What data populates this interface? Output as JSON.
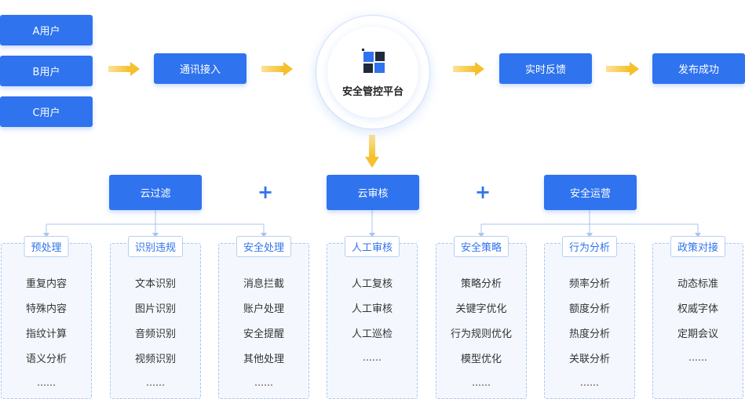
{
  "users": [
    "A用户",
    "B用户",
    "C用户"
  ],
  "access": "通讯接入",
  "hub_title": "安全管控平台",
  "feedback": "实时反馈",
  "publish": "发布成功",
  "groups": {
    "cloud_filter": "云过滤",
    "cloud_review": "云审核",
    "security_ops": "安全运营"
  },
  "panels": [
    {
      "title": "预处理",
      "items": [
        "重复内容",
        "特殊内容",
        "指纹计算",
        "语义分析"
      ],
      "more": "……"
    },
    {
      "title": "识别违规",
      "items": [
        "文本识别",
        "图片识别",
        "音频识别",
        "视频识别"
      ],
      "more": "……"
    },
    {
      "title": "安全处理",
      "items": [
        "消息拦截",
        "账户处理",
        "安全提醒",
        "其他处理"
      ],
      "more": "……"
    },
    {
      "title": "人工审核",
      "items": [
        "人工复核",
        "人工审核",
        "人工巡检"
      ],
      "more": "……"
    },
    {
      "title": "安全策略",
      "items": [
        "策略分析",
        "关键字优化",
        "行为规则优化",
        "模型优化"
      ],
      "more": "……"
    },
    {
      "title": "行为分析",
      "items": [
        "频率分析",
        "额度分析",
        "热度分析",
        "关联分析"
      ],
      "more": "……"
    },
    {
      "title": "政策对接",
      "items": [
        "动态标准",
        "权威字体",
        "定期会议"
      ],
      "more": "……"
    }
  ],
  "colors": {
    "primary": "#2f73ee",
    "arrow": "#f5c02c",
    "panel_bg": "#f4f8fe",
    "connector": "#a9c6f1"
  }
}
